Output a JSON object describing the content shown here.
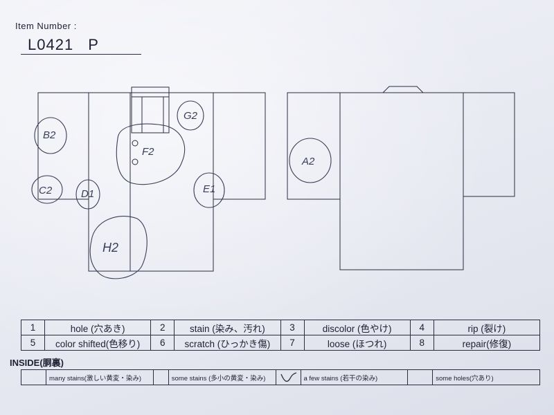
{
  "header": {
    "item_number_label": "Item Number :",
    "item_number_value": "L0421  P"
  },
  "front_marks": [
    {
      "label": "B2"
    },
    {
      "label": "C2"
    },
    {
      "label": "D1"
    },
    {
      "label": "E1"
    },
    {
      "label": "F2"
    },
    {
      "label": "G2"
    },
    {
      "label": "H2"
    }
  ],
  "back_marks": [
    {
      "label": "A2"
    }
  ],
  "legend": {
    "rows": [
      [
        {
          "num": "1",
          "text": "hole (穴あき)"
        },
        {
          "num": "2",
          "text": "stain (染み、汚れ)"
        },
        {
          "num": "3",
          "text": "discolor (色やけ)"
        },
        {
          "num": "4",
          "text": "rip (裂け)"
        }
      ],
      [
        {
          "num": "5",
          "text": "color shifted(色移り)"
        },
        {
          "num": "6",
          "text": "scratch (ひっかき傷)"
        },
        {
          "num": "7",
          "text": "loose (ほつれ)"
        },
        {
          "num": "8",
          "text": "repair(修復)"
        }
      ]
    ]
  },
  "inside": {
    "heading": "INSIDE(胴裏)",
    "options": [
      {
        "text": "many stains(激しい黄変・染み)",
        "checked": false
      },
      {
        "text": "some stains (多小の黄変・染み)",
        "checked": true
      },
      {
        "text": "a few stains (若干の染み)",
        "checked": false
      },
      {
        "text": "some holes(穴あり)",
        "checked": false
      }
    ]
  }
}
